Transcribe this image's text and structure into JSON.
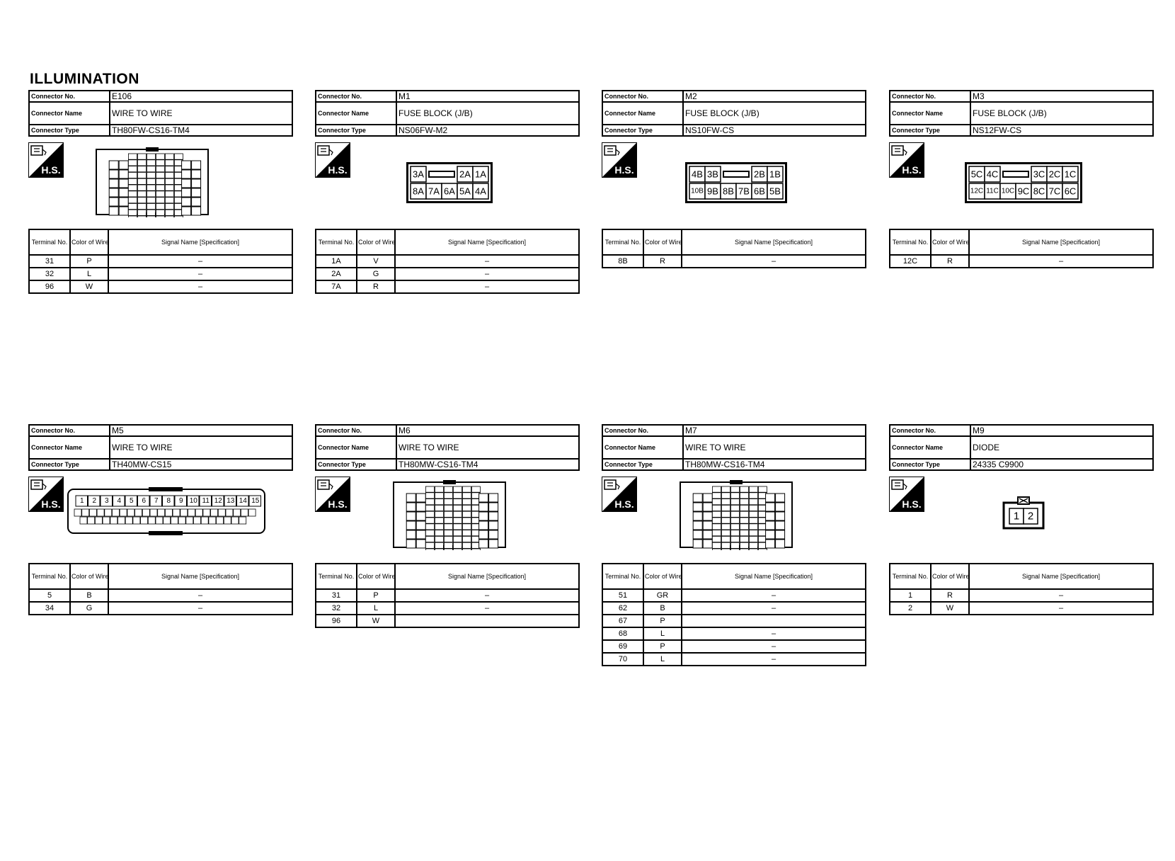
{
  "page": {
    "title": "ILLUMINATION"
  },
  "labels": {
    "connector_no": "Connector No.",
    "connector_name": "Connector Name",
    "connector_type": "Connector Type",
    "terminal_no": "Terminal No.",
    "color_of_wire": "Color of Wire",
    "signal_name": "Signal Name [Specification]",
    "hs": "H.S."
  },
  "connectors": [
    {
      "no": "E106",
      "name": "WIRE TO WIRE",
      "type": "TH80FW-CS16-TM4",
      "terminals": [
        {
          "t": "31",
          "c": "P",
          "s": "–"
        },
        {
          "t": "32",
          "c": "L",
          "s": "–"
        },
        {
          "t": "96",
          "c": "W",
          "s": "–"
        }
      ]
    },
    {
      "no": "M1",
      "name": "FUSE BLOCK (J/B)",
      "type": "NS06FW-M2",
      "pins": {
        "top": [
          "3A",
          "",
          "2A",
          "1A"
        ],
        "bottom": [
          "8A",
          "7A",
          "6A",
          "5A",
          "4A"
        ]
      },
      "terminals": [
        {
          "t": "1A",
          "c": "V",
          "s": "–"
        },
        {
          "t": "2A",
          "c": "G",
          "s": "–"
        },
        {
          "t": "7A",
          "c": "R",
          "s": "–"
        }
      ]
    },
    {
      "no": "M2",
      "name": "FUSE BLOCK (J/B)",
      "type": "NS10FW-CS",
      "pins": {
        "top": [
          "4B",
          "3B",
          "",
          "2B",
          "1B"
        ],
        "bottom": [
          "10B",
          "9B",
          "8B",
          "7B",
          "6B",
          "5B"
        ]
      },
      "terminals": [
        {
          "t": "8B",
          "c": "R",
          "s": "–"
        }
      ]
    },
    {
      "no": "M3",
      "name": "FUSE BLOCK (J/B)",
      "type": "NS12FW-CS",
      "pins": {
        "top": [
          "5C",
          "4C",
          "",
          "3C",
          "2C",
          "1C"
        ],
        "bottom": [
          "12C",
          "11C",
          "10C",
          "9C",
          "8C",
          "7C",
          "6C"
        ]
      },
      "terminals": [
        {
          "t": "12C",
          "c": "R",
          "s": "–"
        }
      ]
    },
    {
      "no": "M5",
      "name": "WIRE TO WIRE",
      "type": "TH40MW-CS15",
      "pins": {
        "top": [
          "1",
          "2",
          "3",
          "4",
          "5",
          "6",
          "7",
          "8",
          "9",
          "10",
          "11",
          "12",
          "13",
          "14",
          "15"
        ]
      },
      "terminals": [
        {
          "t": "5",
          "c": "B",
          "s": "–"
        },
        {
          "t": "34",
          "c": "G",
          "s": "–"
        }
      ]
    },
    {
      "no": "M6",
      "name": "WIRE TO WIRE",
      "type": "TH80MW-CS16-TM4",
      "terminals": [
        {
          "t": "31",
          "c": "P",
          "s": "–"
        },
        {
          "t": "32",
          "c": "L",
          "s": "–"
        },
        {
          "t": "96",
          "c": "W",
          "s": ""
        }
      ]
    },
    {
      "no": "M7",
      "name": "WIRE TO WIRE",
      "type": "TH80MW-CS16-TM4",
      "terminals": [
        {
          "t": "51",
          "c": "GR",
          "s": "–"
        },
        {
          "t": "62",
          "c": "B",
          "s": "–"
        },
        {
          "t": "67",
          "c": "P",
          "s": ""
        },
        {
          "t": "68",
          "c": "L",
          "s": "–"
        },
        {
          "t": "69",
          "c": "P",
          "s": "–"
        },
        {
          "t": "70",
          "c": "L",
          "s": "–"
        }
      ]
    },
    {
      "no": "M9",
      "name": "DIODE",
      "type": "24335 C9900",
      "pins": {
        "top": [
          "1",
          "2"
        ]
      },
      "terminals": [
        {
          "t": "1",
          "c": "R",
          "s": "–"
        },
        {
          "t": "2",
          "c": "W",
          "s": "–"
        }
      ]
    }
  ]
}
